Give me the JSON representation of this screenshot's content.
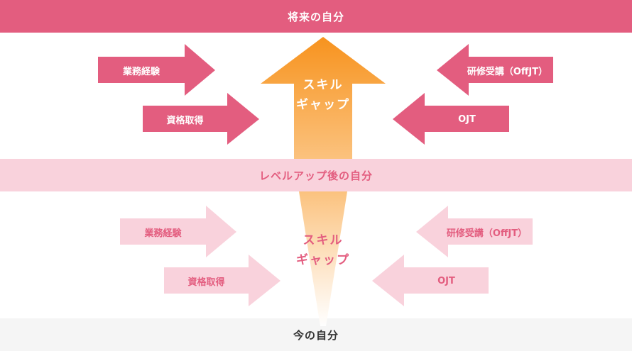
{
  "bands": {
    "future": "将来の自分",
    "levelup": "レベルアップ後の自分",
    "current": "今の自分"
  },
  "upper": {
    "gap_line1": "スキル",
    "gap_line2": "ギャップ",
    "work_experience": "業務経験",
    "qualification": "資格取得",
    "offjt": "研修受講（OffJT）",
    "ojt": "OJT"
  },
  "lower": {
    "gap_line1": "スキル",
    "gap_line2": "ギャップ",
    "work_experience": "業務経験",
    "qualification": "資格取得",
    "offjt": "研修受講（OffJT）",
    "ojt": "OJT"
  },
  "colors": {
    "primary": "#e35d7f",
    "light": "#f9d2dc",
    "orange": "#f7931e",
    "pale_orange": "#fbc27e"
  }
}
